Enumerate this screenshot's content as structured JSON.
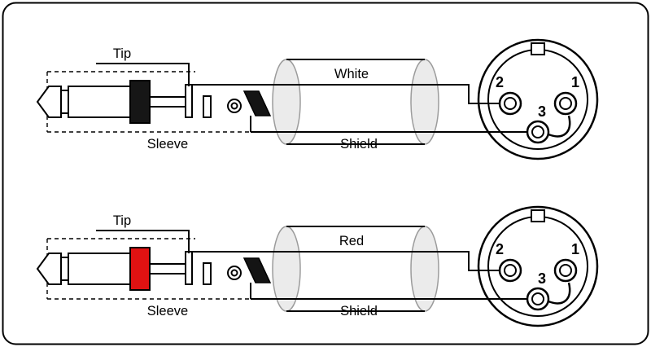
{
  "diagram": {
    "rows": [
      {
        "tip_label": "Tip",
        "sleeve_label": "Sleeve",
        "hot_wire_label": "White",
        "shield_wire_label": "Shield",
        "collar_color": "#161616",
        "xlr": {
          "pin_left": "2",
          "pin_right": "1",
          "pin_bottom": "3"
        }
      },
      {
        "tip_label": "Tip",
        "sleeve_label": "Sleeve",
        "hot_wire_label": "Red",
        "shield_wire_label": "Shield",
        "collar_color": "#e01212",
        "xlr": {
          "pin_left": "2",
          "pin_right": "1",
          "pin_bottom": "3"
        }
      }
    ],
    "colors": {
      "cable_fill": "#ebebeb",
      "cable_edge": "#9c9c9c",
      "outline": "#000000",
      "background": "#ffffff"
    }
  }
}
